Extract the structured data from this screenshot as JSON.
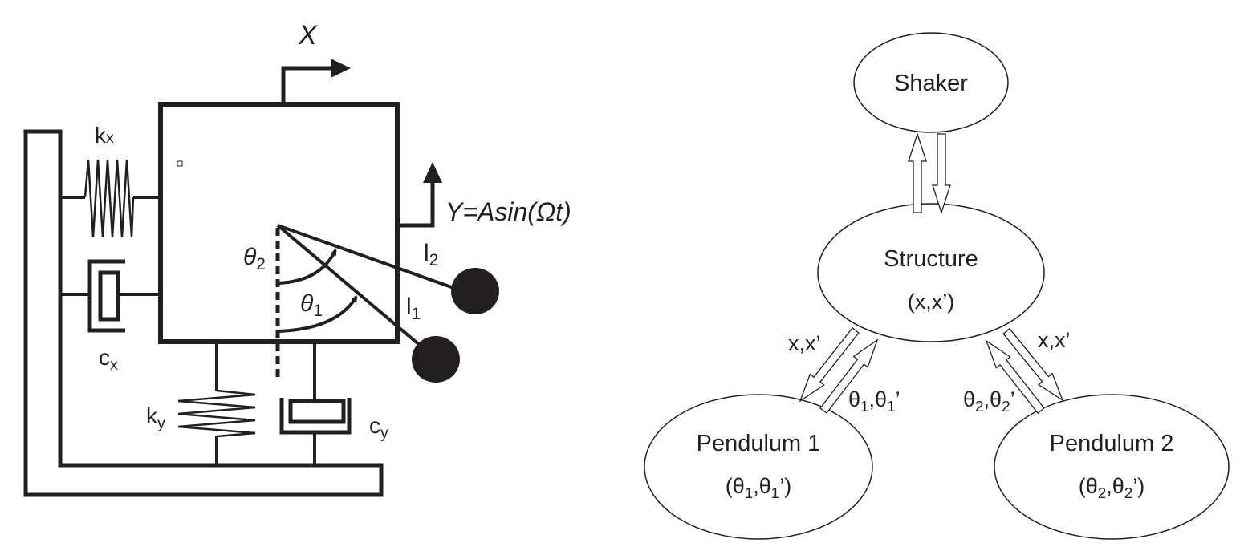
{
  "left_diagram": {
    "x_label": "X",
    "y_label": "Y=Asin(Ωt)",
    "kx": {
      "base": "k",
      "sub": "x"
    },
    "cx": {
      "base": "c",
      "sub": "x"
    },
    "ky": {
      "base": "k",
      "sub": "y"
    },
    "cy": {
      "base": "c",
      "sub": "y"
    },
    "theta1": {
      "base": "θ",
      "sub": "1"
    },
    "theta2": {
      "base": "θ",
      "sub": "2"
    },
    "l1": {
      "base": "l",
      "sub": "1"
    },
    "l2": {
      "base": "l",
      "sub": "2"
    }
  },
  "right_diagram": {
    "shaker": {
      "label": "Shaker"
    },
    "structure": {
      "label": "Structure",
      "state": "(x,x’)"
    },
    "pendulum1": {
      "label": "Pendulum 1",
      "state_a": "(θ",
      "sub1": "1",
      "mid": ",θ",
      "sub2": "1",
      "end": "’)"
    },
    "pendulum2": {
      "label": "Pendulum 2",
      "state_a": "(θ",
      "sub1": "2",
      "mid": ",θ",
      "sub2": "2",
      "end": "’)"
    },
    "edge_left_down": "x,x’",
    "edge_right_down": "x,x’",
    "edge_left_up": {
      "a": "θ",
      "s1": "1",
      "b": ",θ",
      "s2": "1",
      "c": "’"
    },
    "edge_right_up": {
      "a": "θ",
      "s1": "2",
      "b": ",θ",
      "s2": "2",
      "c": "’"
    }
  }
}
